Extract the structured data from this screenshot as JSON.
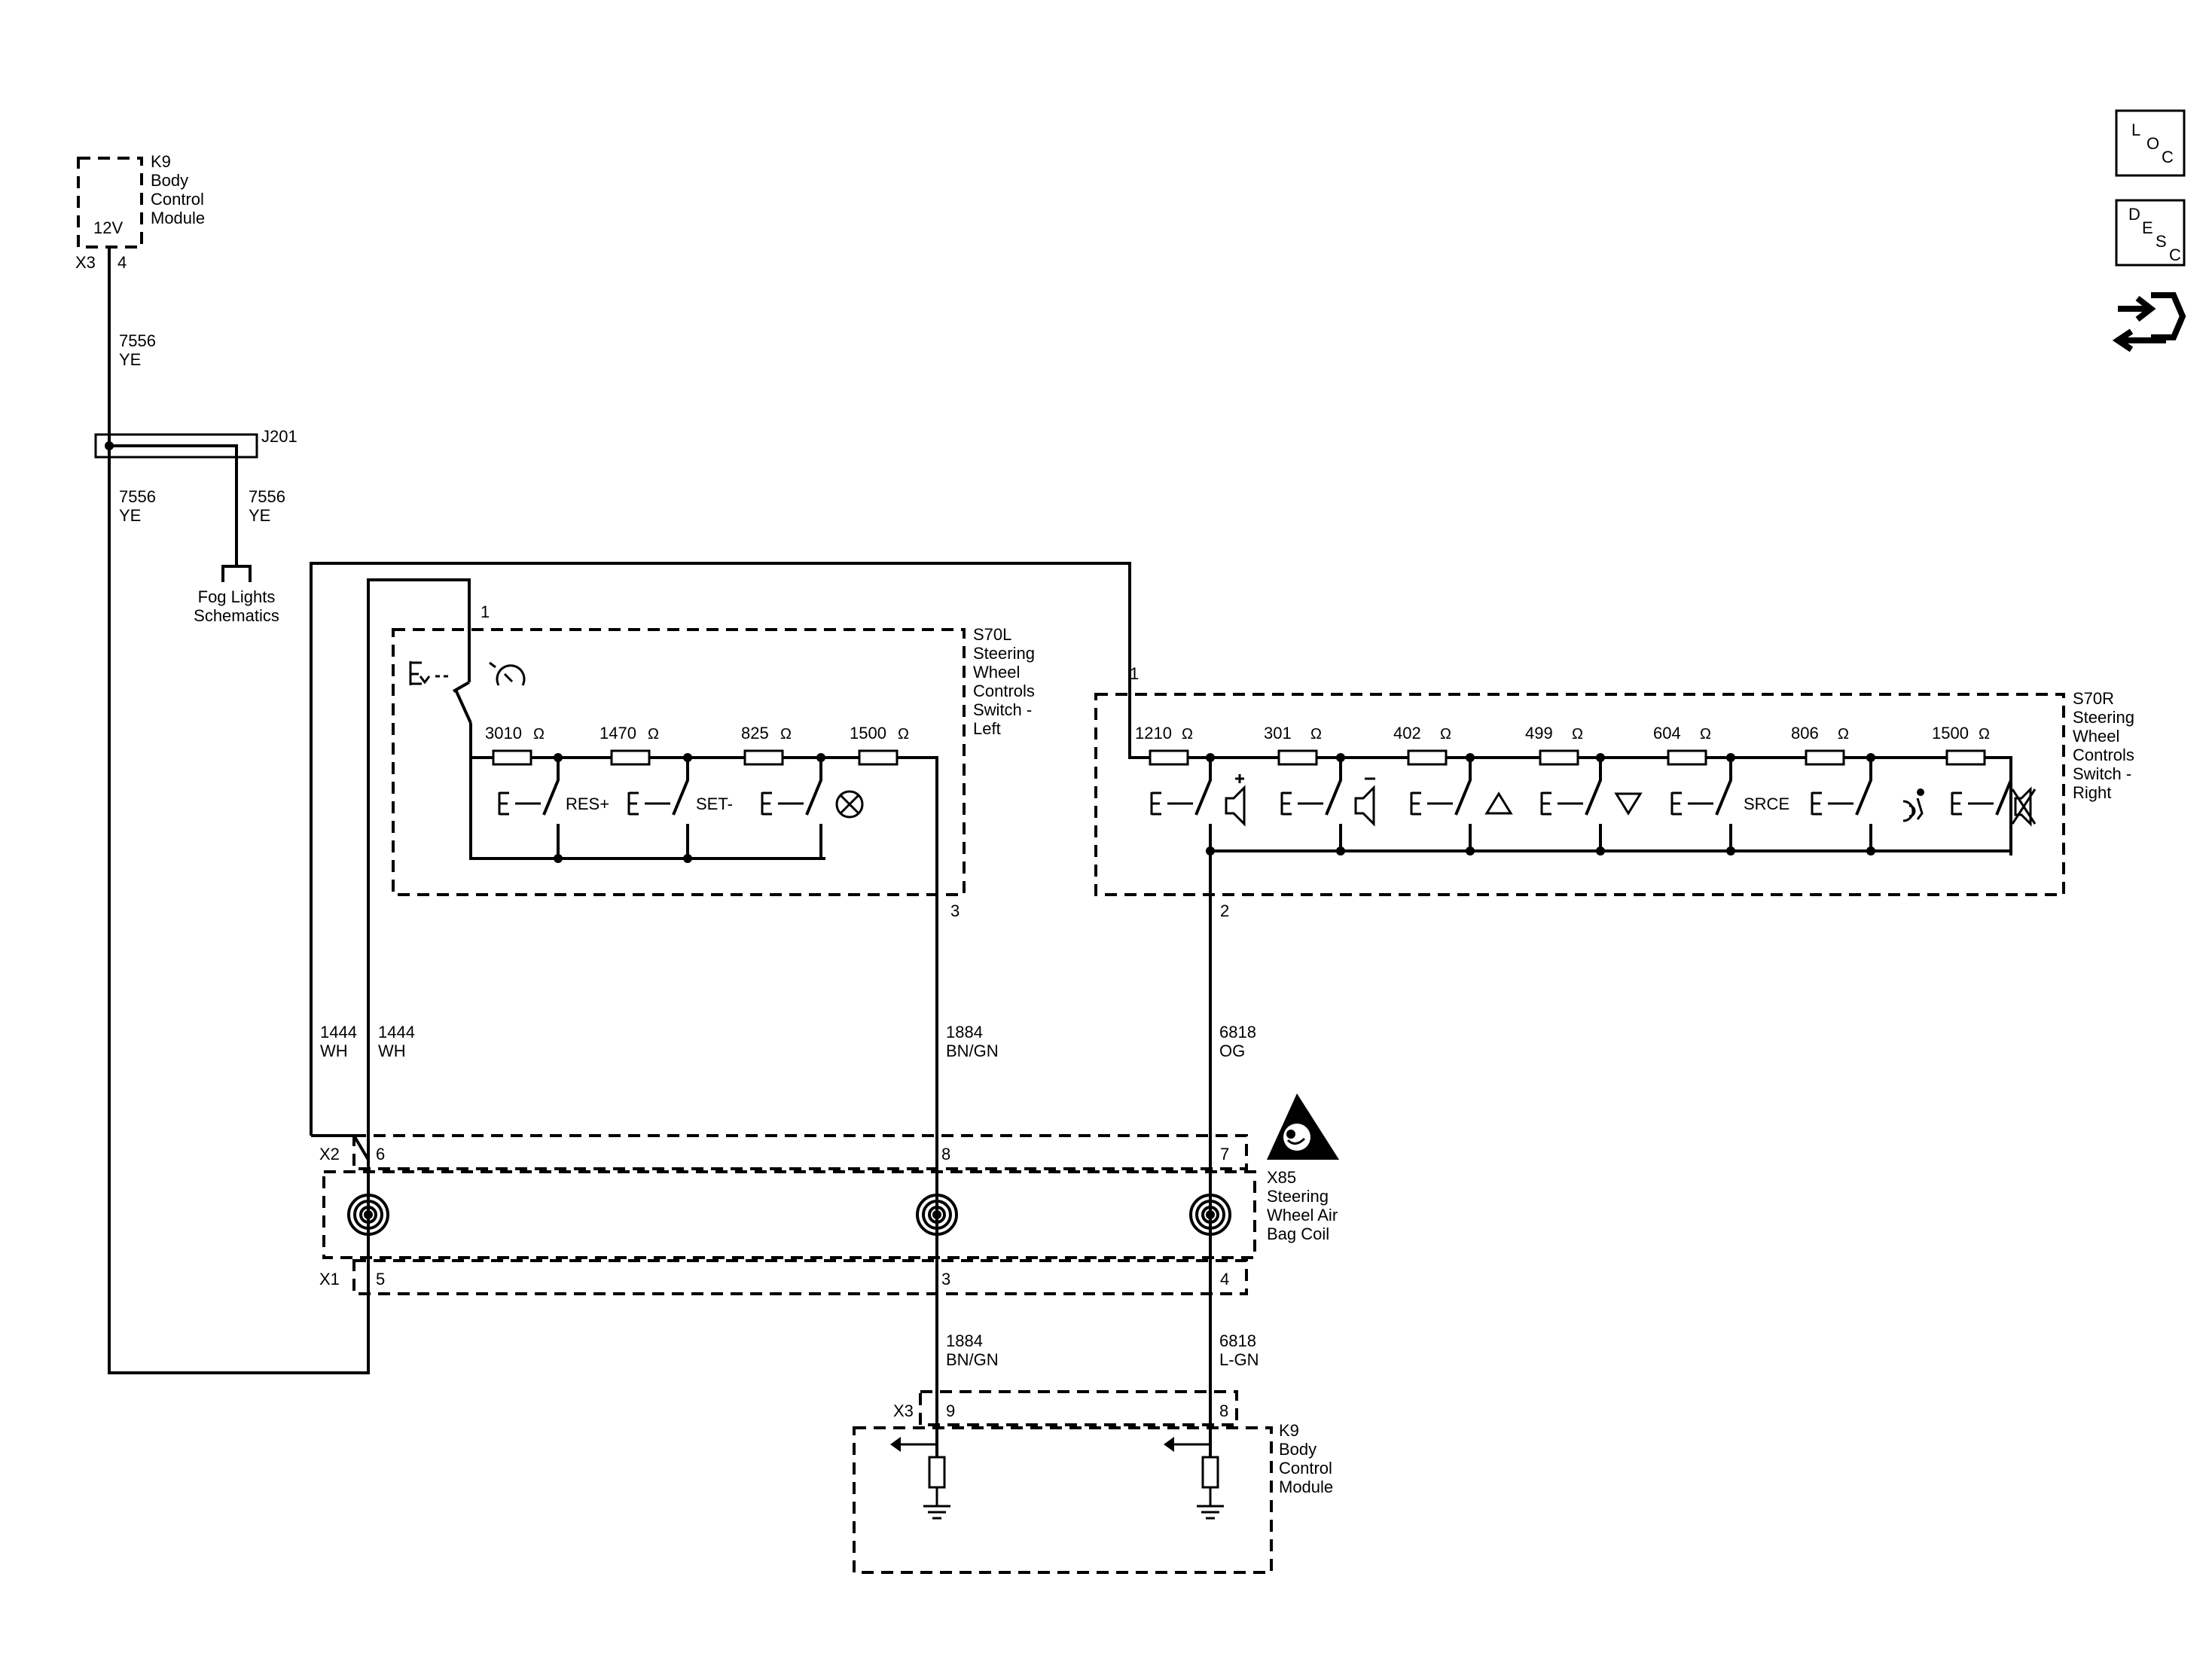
{
  "modules": {
    "bcm_top": {
      "name": "K9",
      "desc": [
        "Body",
        "Control",
        "Module"
      ],
      "supply": "12V",
      "connector": "X3",
      "pin": "4"
    },
    "bcm_bottom": {
      "name": "K9",
      "desc": [
        "Body",
        "Control",
        "Module"
      ],
      "connector": "X3",
      "pins": [
        "9",
        "8"
      ]
    },
    "s70l": {
      "name": "S70L",
      "desc": [
        "Steering",
        "Wheel",
        "Controls",
        "Switch -",
        "Left"
      ],
      "pin_in": "1",
      "pin_out": "3"
    },
    "s70r": {
      "name": "S70R",
      "desc": [
        "Steering",
        "Wheel",
        "Controls",
        "Switch -",
        "Right"
      ],
      "pin_in": "1",
      "pin_out": "2"
    },
    "x85": {
      "name": "X85",
      "desc": [
        "Steering",
        "Wheel Air",
        "Bag Coil"
      ],
      "x2": "X2",
      "x1": "X1",
      "x2_pins": [
        "6",
        "8",
        "7"
      ],
      "x1_pins": [
        "5",
        "3",
        "4"
      ]
    },
    "splice": {
      "name": "J201"
    }
  },
  "wires": {
    "bcm_to_splice": {
      "circuit": "7556",
      "color": "YE"
    },
    "splice_left": {
      "circuit": "7556",
      "color": "YE"
    },
    "splice_right": {
      "circuit": "7556",
      "color": "YE"
    },
    "lead_a": {
      "circuit": "1444",
      "color": "WH"
    },
    "lead_b": {
      "circuit": "1444",
      "color": "WH"
    },
    "left_signal_upper": {
      "circuit": "1884",
      "color": "BN/GN"
    },
    "right_signal_upper": {
      "circuit": "6818",
      "color": "OG"
    },
    "left_signal_lower": {
      "circuit": "1884",
      "color": "BN/GN"
    },
    "right_signal_lower": {
      "circuit": "6818",
      "color": "L-GN"
    }
  },
  "fog_lights": [
    "Fog Lights",
    "Schematics"
  ],
  "left_resistors": [
    "3010",
    "1470",
    "825",
    "1500"
  ],
  "right_resistors": [
    "1210",
    "301",
    "402",
    "499",
    "604",
    "806",
    "1500"
  ],
  "ohm_symbol": "Ω",
  "left_switch_labels": [
    "RES+",
    "SET-"
  ],
  "right_switch_labels": [
    "SRCE"
  ],
  "side_icons": {
    "loc": [
      "L",
      "O",
      "C"
    ],
    "desc": [
      "D",
      "E",
      "S",
      "C"
    ]
  }
}
